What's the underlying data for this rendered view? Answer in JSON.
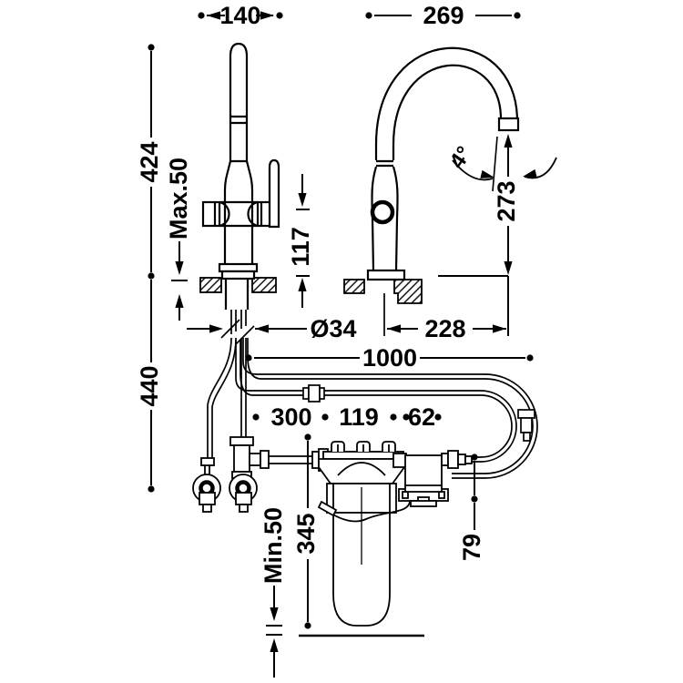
{
  "drawing": {
    "dimensions": {
      "tap_width": "140",
      "spout_arc_width": "269",
      "tap_height_above_counter": "424",
      "max_counter_thickness": "Max.50",
      "outlet_to_counter": "117",
      "spout_outlet_height": "273",
      "swivel_angle": "4°",
      "shank_diameter": "Ø34",
      "spout_reach": "228",
      "hose_length": "1000",
      "below_counter_depth": "440",
      "valve_to_filter": "300",
      "filter_width": "119",
      "box_width": "62",
      "filter_cartridge_height": "345",
      "min_bottom_clearance": "Min.50",
      "outlet_drop": "79"
    },
    "colors": {
      "line": "#000000",
      "background": "#ffffff"
    }
  }
}
